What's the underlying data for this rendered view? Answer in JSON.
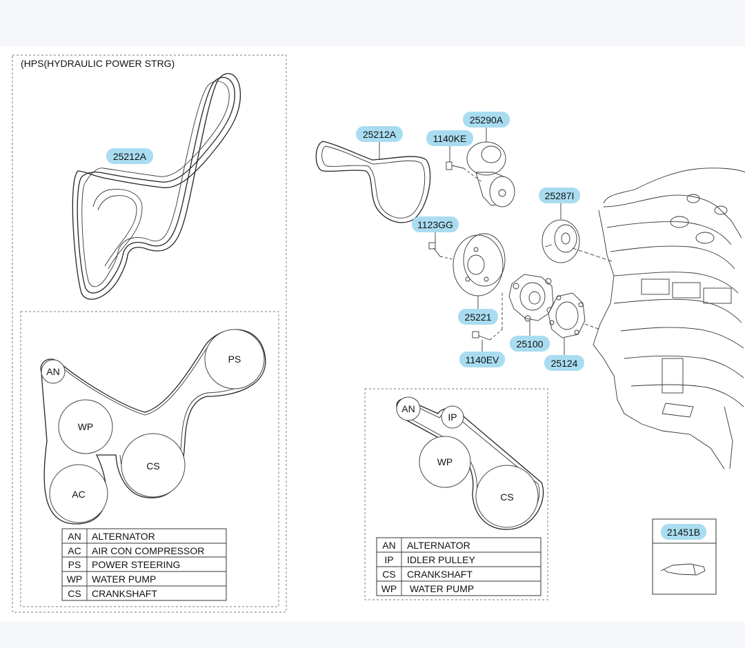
{
  "colors": {
    "callout": "#a9dcf0",
    "background": "#f5f7fb",
    "sheet": "#ffffff"
  },
  "hps_title": "(HPS(HYDRAULIC POWER STRG)",
  "callouts": {
    "belt_left": "25212A",
    "belt_right": "25212A",
    "tensioner": "25290A",
    "bolt_1140KE": "1140KE",
    "idler_upper": "25287I",
    "bolt_1123GG": "1123GG",
    "pulley_25221": "25221",
    "water_pump": "25100",
    "gasket": "25124",
    "bolt_1140EV": "1140EV",
    "sealant": "21451B"
  },
  "left_routing": {
    "pulleys": {
      "an": "AN",
      "ps": "PS",
      "wp": "WP",
      "cs": "CS",
      "ac": "AC"
    },
    "legend": [
      {
        "code": "AN",
        "desc": "ALTERNATOR"
      },
      {
        "code": "AC",
        "desc": "AIR CON COMPRESSOR"
      },
      {
        "code": "PS",
        "desc": "POWER STEERING"
      },
      {
        "code": "WP",
        "desc": "WATER PUMP"
      },
      {
        "code": "CS",
        "desc": "CRANKSHAFT"
      }
    ]
  },
  "right_routing": {
    "pulleys": {
      "an": "AN",
      "ip": "IP",
      "wp": "WP",
      "cs": "CS"
    },
    "legend": [
      {
        "code": "AN",
        "desc": "ALTERNATOR"
      },
      {
        "code": "IP",
        "desc": "IDLER PULLEY"
      },
      {
        "code": "CS",
        "desc": "CRANKSHAFT"
      },
      {
        "code": "WP",
        "desc": " WATER PUMP"
      }
    ]
  }
}
